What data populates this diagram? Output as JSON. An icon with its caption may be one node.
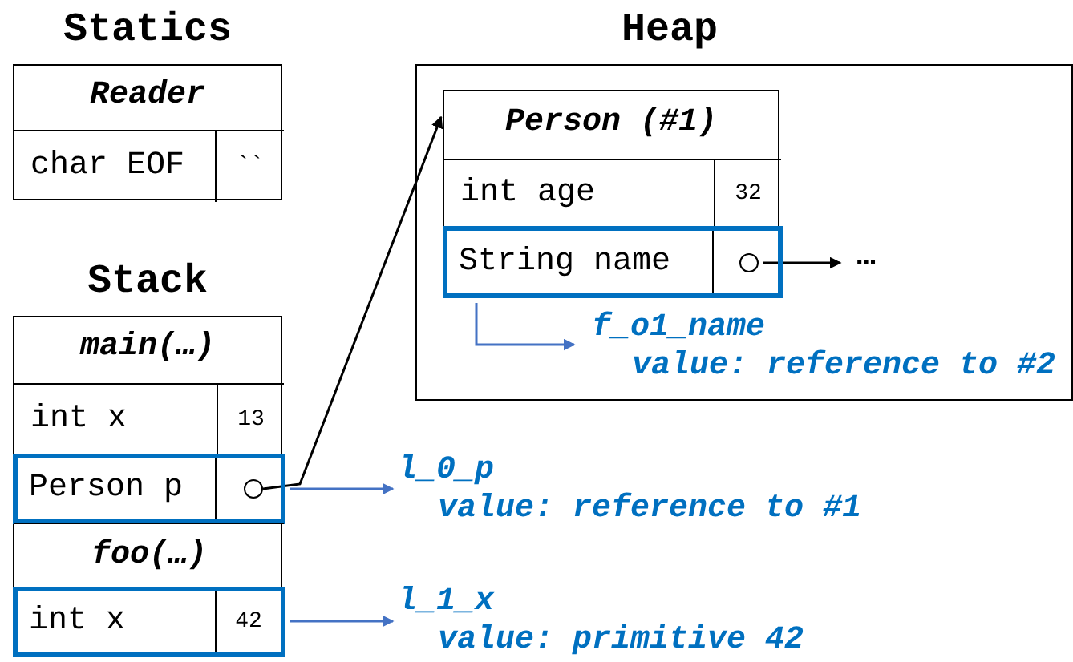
{
  "diagram": {
    "nodes": [
      {
        "text": [
          "Statics",
          "Reader"
        ]
      },
      {
        "text": [
          "char EOF",
          "``"
        ],
        "in": 0
      },
      {
        "text": [
          "Heap"
        ]
      },
      {
        "text": [
          "Person (#1)"
        ],
        "in": 2
      },
      {
        "text": [
          "int age",
          "32"
        ],
        "in": 3
      },
      {
        "text": [
          "String name"
        ],
        "in": 3
      },
      {
        "text": [],
        "shape": "circle",
        "in": 5
      },
      {
        "text": [
          "…"
        ],
        "in": 2
      },
      {
        "text": [
          "f_o1_name",
          "value: reference to #2"
        ],
        "in": 2
      },
      {
        "text": [
          "Stack",
          "main(…)"
        ]
      },
      {
        "text": [
          "int x",
          "13"
        ],
        "in": 9
      },
      {
        "text": [
          "Person p"
        ],
        "in": 9
      },
      {
        "text": [],
        "shape": "circle",
        "in": 11
      },
      {
        "text": [
          "foo(…)"
        ],
        "in": 9
      },
      {
        "text": [
          "int x",
          "42"
        ],
        "in": 9
      },
      {
        "text": [
          "l_0_p",
          "value: reference to #1"
        ]
      },
      {
        "text": [
          "l_1_x",
          "value: primitive 42"
        ]
      }
    ],
    "edges": [
      {
        "from": 12,
        "to": 3,
        "arrow": "to",
        "color": "#000000"
      },
      {
        "from": 6,
        "to": 7,
        "arrow": "to",
        "color": "#000000"
      },
      {
        "from": 5,
        "to": 8,
        "arrow": "to"
      },
      {
        "from": 11,
        "to": 15,
        "arrow": "to"
      },
      {
        "from": 14,
        "to": 16,
        "arrow": "to"
      }
    ]
  }
}
